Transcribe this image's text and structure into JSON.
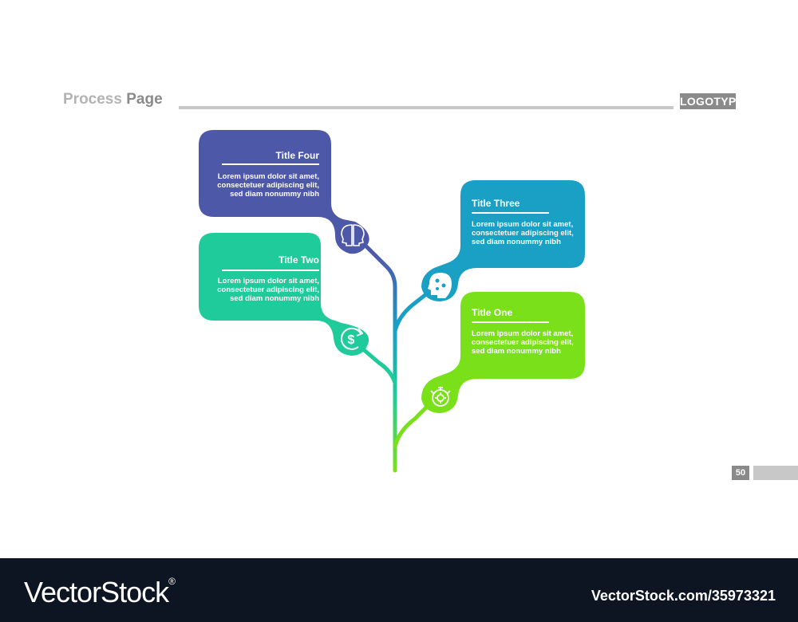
{
  "header": {
    "title_part1": "Process ",
    "title_part2": "Page",
    "logotype": "LOGOTYPE"
  },
  "page_number": "50",
  "colors": {
    "four": "#4e58a8",
    "three": "#1a9fc5",
    "two": "#1fcb9a",
    "one": "#7ae01a",
    "gray": "#8a8a8a",
    "footer_bg": "#0d1422"
  },
  "steps": {
    "four": {
      "title": "Title Four",
      "body": [
        "Lorem ipsum dolor sit amet,",
        "consectetuer adipiscing elit,",
        "sed diam nonummy nibh"
      ],
      "icon": "two-heads-icon"
    },
    "three": {
      "title": "Title Three",
      "body": [
        "Lorem ipsum dolor sit amet,",
        "consectetuer adipiscing elit,",
        "sed diam nonummy nibh"
      ],
      "icon": "puzzle-head-icon"
    },
    "two": {
      "title": "Title Two",
      "body": [
        "Lorem ipsum dolor sit amet,",
        "consectetuer adipiscing elit,",
        "sed diam nonummy nibh"
      ],
      "icon": "dollar-cycle-icon"
    },
    "one": {
      "title": "Title One",
      "body": [
        "Lorem ipsum dolor sit amet,",
        "consectetuer adipiscing elit,",
        "sed diam nonummy nibh"
      ],
      "icon": "stopwatch-gear-icon"
    }
  },
  "footer": {
    "brand": "VectorStock",
    "registered": "®",
    "image_id": "VectorStock.com/35973321"
  }
}
